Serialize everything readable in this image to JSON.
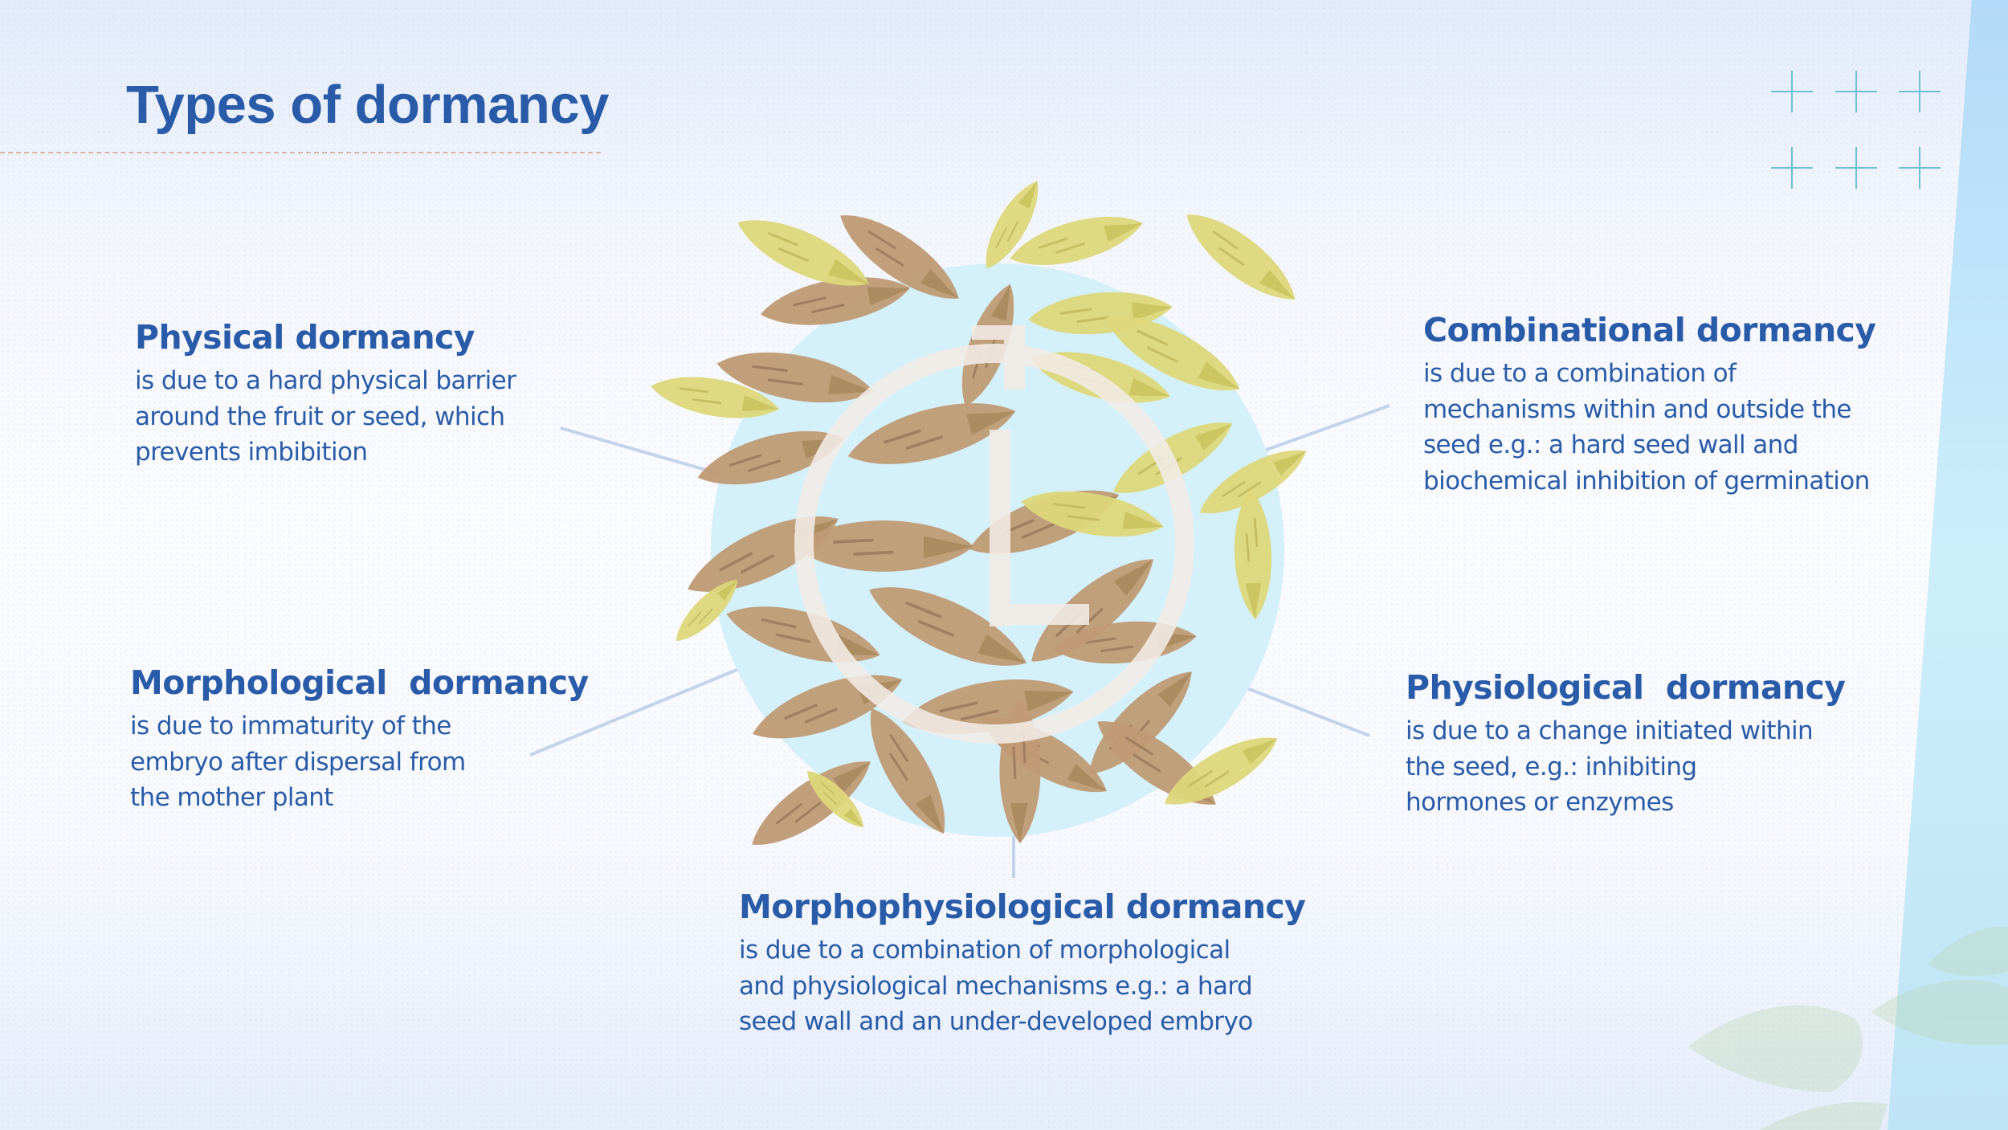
{
  "slide": {
    "title": "Types of dormancy",
    "colors": {
      "title_text": "#2a5ba8",
      "body_text": "#2a5ba8",
      "title_rule": "#d6b59c",
      "plus_marks": "#6fbfd8",
      "connector_lines": "#c3d3ea",
      "circle_fill": "#d4f0fb",
      "seed_brown": "#bf9a74",
      "seed_yellow": "#ddd77a",
      "clock_icon": "#f3ece6",
      "right_stripe": "#bfe6f7"
    }
  },
  "center_graphic": {
    "description": "Cluster of brown and yellow seeds over a light blue circle with a stopwatch/clock outline icon",
    "icon": "stopwatch-icon"
  },
  "decorations": {
    "plus_grid": {
      "rows": 2,
      "cols": 3,
      "icon": "plus-icon"
    },
    "corner_leaves": "leaf-icon"
  },
  "dormancy_types": [
    {
      "id": "physical",
      "heading": "Physical dormancy",
      "lines": [
        "is due to a hard physical barrier",
        "around the fruit or seed, which",
        "prevents imbibition"
      ]
    },
    {
      "id": "combinational",
      "heading": "Combinational dormancy",
      "lines": [
        "is due to a combination of",
        "mechanisms within and outside the",
        "seed e.g.: a hard seed wall and",
        "biochemical inhibition of germination"
      ]
    },
    {
      "id": "morphological",
      "heading": "Morphological  dormancy",
      "lines": [
        "is due to immaturity of the",
        "embryo after dispersal from",
        "the mother plant"
      ]
    },
    {
      "id": "physiological",
      "heading": "Physiological  dormancy",
      "lines": [
        "is due to a change initiated within",
        "the seed, e.g.: inhibiting",
        "hormones or enzymes"
      ]
    },
    {
      "id": "morphophysiological",
      "heading": "Morphophysiological dormancy",
      "lines": [
        "is due to a combination of morphological",
        "and physiological mechanisms e.g.: a hard",
        "seed wall and an under-developed embryo"
      ]
    }
  ]
}
